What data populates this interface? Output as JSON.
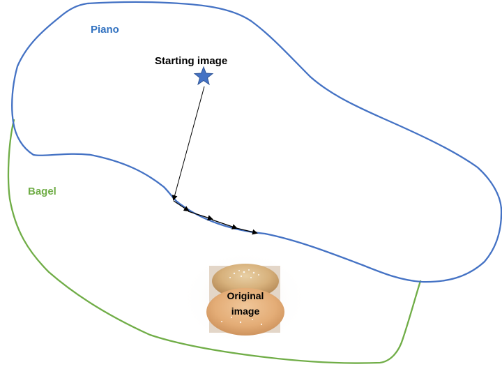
{
  "regions": {
    "piano": {
      "label": "Piano",
      "color": "#4472C4"
    },
    "bagel": {
      "label": "Bagel",
      "color": "#70AD47"
    }
  },
  "start": {
    "label": "Starting image",
    "star_color": "#4472C4"
  },
  "original": {
    "line1": "Original",
    "line2": "image",
    "photo_icon": "bread-roll-photo"
  },
  "arrow_color": "#000000"
}
